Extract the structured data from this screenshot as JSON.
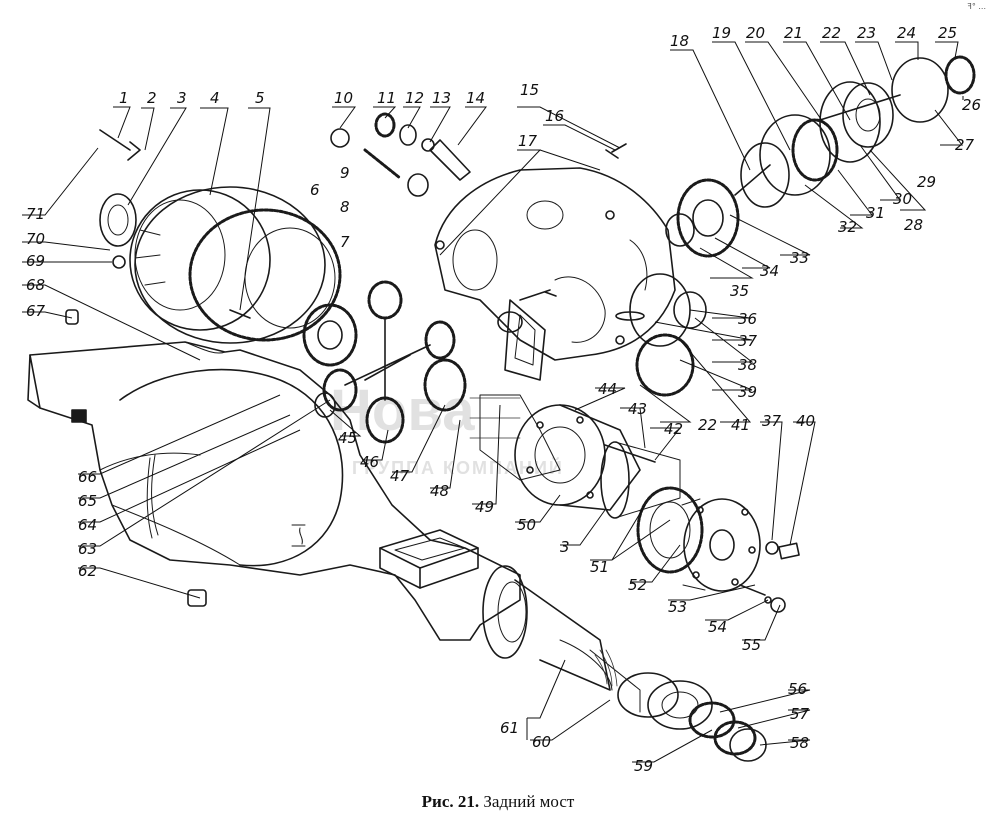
{
  "caption": {
    "figure": "Рис. 21.",
    "title": "Задний мост"
  },
  "corner_mark": "ꟻ° ...",
  "watermark": {
    "line1": "Нова",
    "line2": "ГРУППА КОМПАНИЙ"
  },
  "callouts": [
    "1",
    "2",
    "3",
    "4",
    "5",
    "6",
    "7",
    "8",
    "9",
    "10",
    "11",
    "12",
    "13",
    "14",
    "15",
    "16",
    "17",
    "18",
    "19",
    "20",
    "21",
    "22",
    "23",
    "24",
    "25",
    "26",
    "27",
    "28",
    "29",
    "30",
    "31",
    "32",
    "33",
    "34",
    "35",
    "36",
    "37",
    "38",
    "39",
    "40",
    "41",
    "42",
    "43",
    "44",
    "45",
    "46",
    "47",
    "48",
    "49",
    "50",
    "3",
    "51",
    "52",
    "53",
    "54",
    "55",
    "56",
    "57",
    "58",
    "59",
    "60",
    "61",
    "62",
    "63",
    "64",
    "65",
    "66",
    "67",
    "68",
    "69",
    "70",
    "71",
    "22",
    "37"
  ]
}
